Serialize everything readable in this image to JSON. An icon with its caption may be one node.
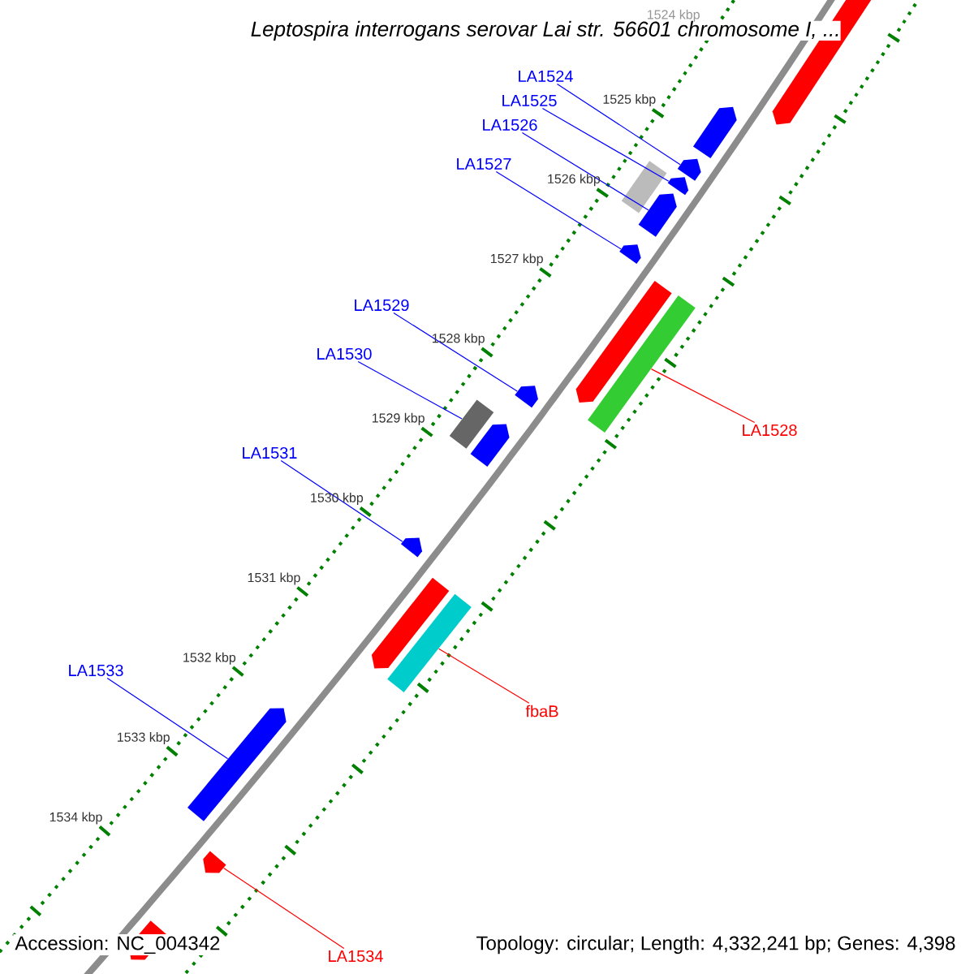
{
  "diagram": {
    "title": "Leptospira interrogans serovar Lai str. 56601 chromosome I, ...",
    "nodes": [
      {
        "text": [
          "LA1524"
        ]
      },
      {
        "text": [
          "LA1525"
        ]
      },
      {
        "text": [
          "LA1526"
        ]
      },
      {
        "text": [
          "LA1527"
        ]
      },
      {
        "text": [
          "LA1529"
        ]
      },
      {
        "text": [
          "LA1530"
        ]
      },
      {
        "text": [
          "LA1531"
        ]
      },
      {
        "text": [
          "LA1533"
        ]
      },
      {
        "text": [
          "LA1528"
        ]
      },
      {
        "text": [
          "fbaB"
        ]
      },
      {
        "text": [
          "LA1534"
        ]
      },
      {
        "text": [],
        "shape": "arrow"
      },
      {
        "text": [],
        "shape": "arrow"
      },
      {
        "text": [],
        "shape": "arrow"
      },
      {
        "text": [],
        "shape": "arrow"
      },
      {
        "text": [],
        "shape": "box"
      },
      {
        "text": [],
        "shape": "arrow"
      },
      {
        "text": [],
        "shape": "arrow"
      },
      {
        "text": [],
        "shape": "arrow"
      },
      {
        "text": [],
        "shape": "box"
      },
      {
        "text": [],
        "shape": "arrow"
      },
      {
        "text": [],
        "shape": "box"
      },
      {
        "text": [],
        "shape": "arrow"
      },
      {
        "text": [],
        "shape": "arrow"
      },
      {
        "text": [],
        "shape": "arrow"
      },
      {
        "text": [],
        "shape": "box"
      },
      {
        "text": [],
        "shape": "arrow"
      },
      {
        "text": [],
        "shape": "arrow"
      },
      {
        "text": [],
        "shape": "arrow"
      }
    ],
    "edges": [
      {
        "from": 0,
        "to": 13,
        "arrow": "none"
      },
      {
        "from": 1,
        "to": 14,
        "arrow": "none"
      },
      {
        "from": 2,
        "to": 16,
        "arrow": "none"
      },
      {
        "from": 3,
        "to": 17,
        "arrow": "none"
      },
      {
        "from": 4,
        "to": 20,
        "arrow": "none"
      },
      {
        "from": 5,
        "to": 21,
        "arrow": "none"
      },
      {
        "from": 6,
        "to": 23,
        "arrow": "none"
      },
      {
        "from": 7,
        "to": 26,
        "arrow": "none"
      },
      {
        "from": 8,
        "to": 19,
        "arrow": "none",
        "color": "#ff0000"
      },
      {
        "from": 9,
        "to": 25,
        "arrow": "none",
        "color": "#ff0000"
      },
      {
        "from": 10,
        "to": 27,
        "arrow": "none",
        "color": "#ff0000"
      }
    ],
    "labels": [
      "1524 kbp",
      "1525 kbp",
      "1526 kbp",
      "1527 kbp",
      "1528 kbp",
      "1529 kbp",
      "1530 kbp",
      "1531 kbp",
      "1532 kbp",
      "1533 kbp",
      "1534 kbp",
      "Accession: NC_004342",
      "Topology: circular; Length: 4,332,241 bp; Genes: 4,398"
    ]
  }
}
